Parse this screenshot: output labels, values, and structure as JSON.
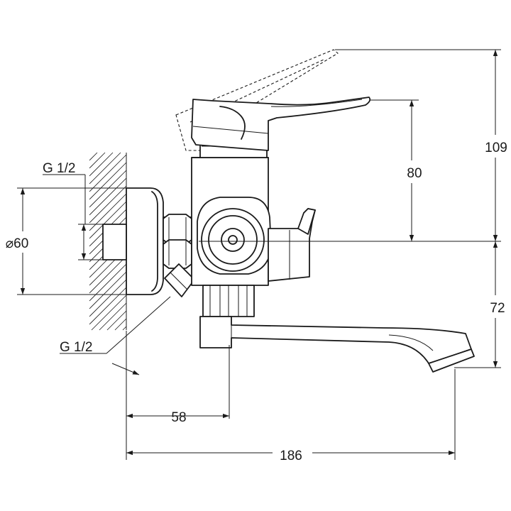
{
  "labels": {
    "dim_109": "109",
    "dim_80": "80",
    "dim_72": "72",
    "dim_58": "58",
    "dim_186": "186",
    "dim_diameter_60": "⌀60",
    "thread_top": "G 1/2",
    "thread_bottom": "G 1/2"
  }
}
